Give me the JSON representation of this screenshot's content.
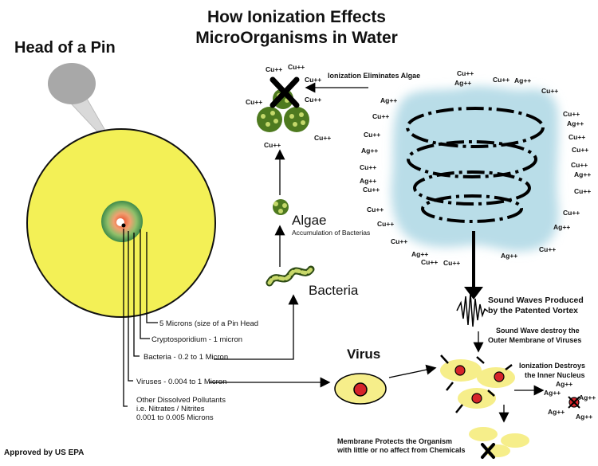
{
  "title": {
    "line1": "How Ionization Effects",
    "line2": "MicroOrganisms in Water"
  },
  "pin": {
    "label": "Head of a Pin",
    "scale_labels": [
      "5 Microns (size of a Pin Head",
      "Cryptosporidium - 1 micron",
      "Bacteria - 0.2 to 1 Micron",
      "Viruses - 0.004 to 1 Micron",
      "Other Dissolved Pollutants",
      "i.e. Nitrates / Nitrites",
      "0.001 to 0.005 Microns"
    ]
  },
  "organisms": {
    "algae": "Algae",
    "algae_note": "Accumulation of Bacterias",
    "bacteria": "Bacteria",
    "virus": "Virus"
  },
  "process": {
    "eliminates": "Ionization Eliminates  Algae",
    "sound_title_1": "Sound Waves Produced",
    "sound_title_2": "by the Patented Vortex",
    "membrane_1": "Sound Wave destroy the",
    "membrane_2": "Outer Membrane of Viruses",
    "nucleus_1": "Ionization Destroys",
    "nucleus_2": "the Inner Nucleus",
    "protect_1": "Membrane Protects the Organism",
    "protect_2": "with little or no affect from Chemicals"
  },
  "ions": {
    "cu": "Cu++",
    "ag": "Ag++"
  },
  "footer": "Approved by US EPA",
  "colors": {
    "pin_head": "#f3f056",
    "vortex": "#b9dde8",
    "algae_green": "#6a9a2a",
    "virus_body": "#f6ee8a",
    "nucleus_red": "#d6242a"
  }
}
